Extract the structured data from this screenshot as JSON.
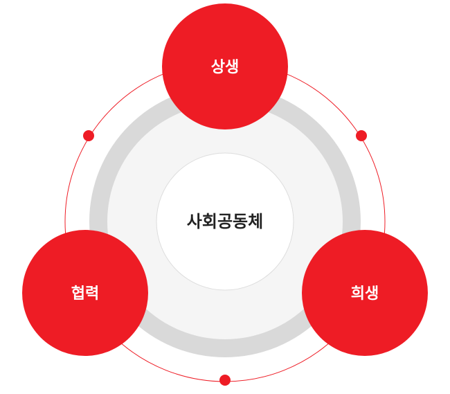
{
  "center": {
    "label": "사회공동체"
  },
  "nodes": [
    {
      "id": "top",
      "label": "상생"
    },
    {
      "id": "left",
      "label": "협력"
    },
    {
      "id": "right",
      "label": "희생"
    }
  ],
  "colors": {
    "accent": "#ee1c25",
    "ring_gray": "#d9d9d9",
    "inner_fill": "#f5f5f5",
    "center_fill": "#ffffff",
    "center_stroke": "#dddddd",
    "text_dark": "#222222",
    "text_light": "#ffffff"
  }
}
